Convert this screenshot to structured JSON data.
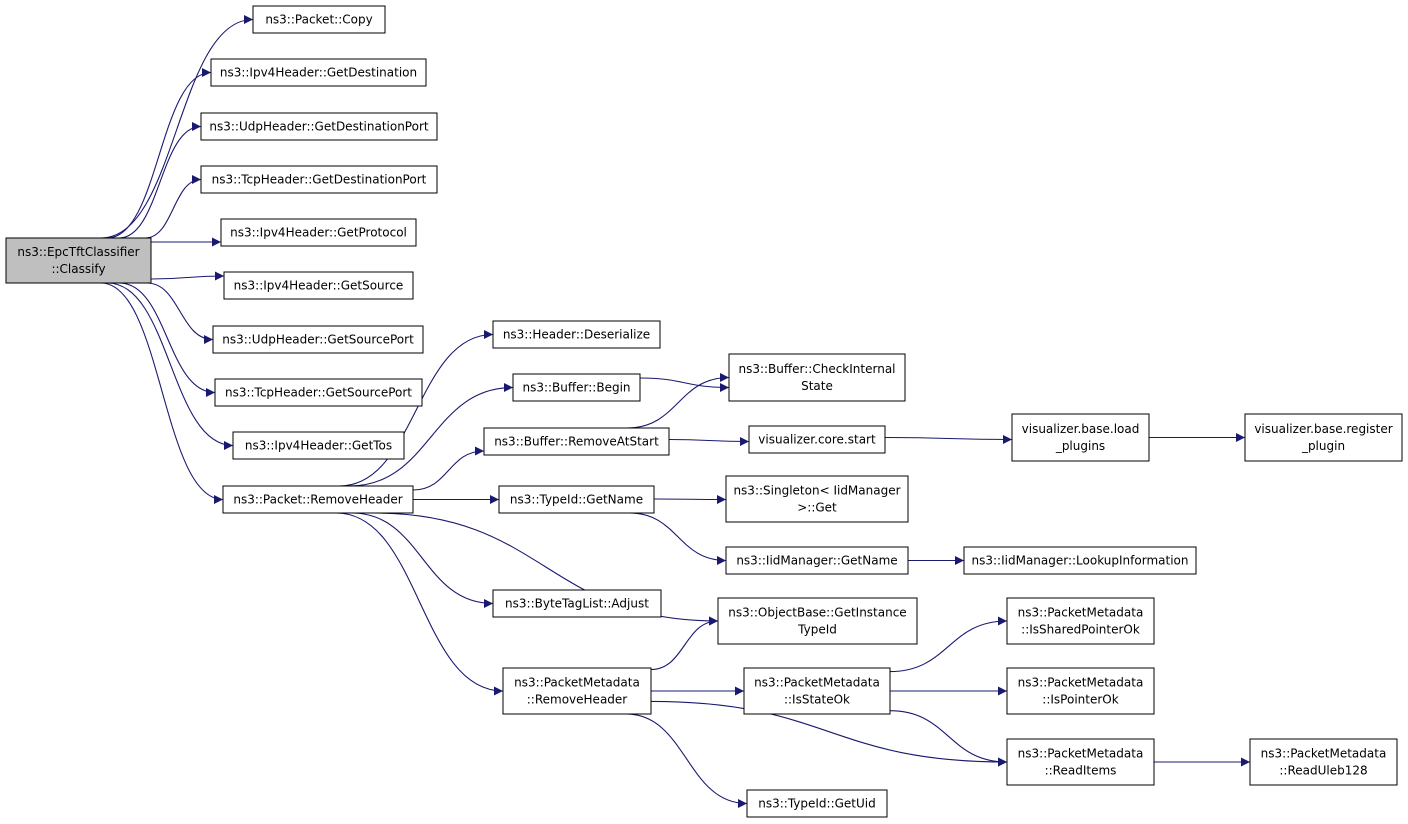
{
  "graph": {
    "edge_color": "#191970",
    "root_fill": "#bfbfbf",
    "nodes": {
      "classify": {
        "lines": [
          "ns3::EpcTftClassifier",
          "::Classify"
        ]
      },
      "copy": {
        "lines": [
          "ns3::Packet::Copy"
        ]
      },
      "getdest": {
        "lines": [
          "ns3::Ipv4Header::GetDestination"
        ]
      },
      "udpdestport": {
        "lines": [
          "ns3::UdpHeader::GetDestinationPort"
        ]
      },
      "tcpdestport": {
        "lines": [
          "ns3::TcpHeader::GetDestinationPort"
        ]
      },
      "getproto": {
        "lines": [
          "ns3::Ipv4Header::GetProtocol"
        ]
      },
      "getsrc": {
        "lines": [
          "ns3::Ipv4Header::GetSource"
        ]
      },
      "udpsrcport": {
        "lines": [
          "ns3::UdpHeader::GetSourcePort"
        ]
      },
      "tcpsrcport": {
        "lines": [
          "ns3::TcpHeader::GetSourcePort"
        ]
      },
      "gettos": {
        "lines": [
          "ns3::Ipv4Header::GetTos"
        ]
      },
      "removeheader": {
        "lines": [
          "ns3::Packet::RemoveHeader"
        ]
      },
      "deserialize": {
        "lines": [
          "ns3::Header::Deserialize"
        ]
      },
      "begin": {
        "lines": [
          "ns3::Buffer::Begin"
        ]
      },
      "removeatstart": {
        "lines": [
          "ns3::Buffer::RemoveAtStart"
        ]
      },
      "typeidname": {
        "lines": [
          "ns3::TypeId::GetName"
        ]
      },
      "adjust": {
        "lines": [
          "ns3::ByteTagList::Adjust"
        ]
      },
      "pmremoveheader": {
        "lines": [
          "ns3::PacketMetadata",
          "::RemoveHeader"
        ]
      },
      "checkinternal": {
        "lines": [
          "ns3::Buffer::CheckInternal",
          "State"
        ]
      },
      "corestart": {
        "lines": [
          "visualizer.core.start"
        ]
      },
      "singletonget": {
        "lines": [
          "ns3::Singleton< IidManager",
          ">::Get"
        ]
      },
      "iidgetname": {
        "lines": [
          "ns3::IidManager::GetName"
        ]
      },
      "getinstancetypeid": {
        "lines": [
          "ns3::ObjectBase::GetInstance",
          "TypeId"
        ]
      },
      "isstateok": {
        "lines": [
          "ns3::PacketMetadata",
          "::IsStateOk"
        ]
      },
      "getuid": {
        "lines": [
          "ns3::TypeId::GetUid"
        ]
      },
      "loadplugins": {
        "lines": [
          "visualizer.base.load",
          "_plugins"
        ]
      },
      "lookupinfo": {
        "lines": [
          "ns3::IidManager::LookupInformation"
        ]
      },
      "issharedptrok": {
        "lines": [
          "ns3::PacketMetadata",
          "::IsSharedPointerOk"
        ]
      },
      "ispointerok": {
        "lines": [
          "ns3::PacketMetadata",
          "::IsPointerOk"
        ]
      },
      "readitems": {
        "lines": [
          "ns3::PacketMetadata",
          "::ReadItems"
        ]
      },
      "registerplugin": {
        "lines": [
          "visualizer.base.register",
          "_plugin"
        ]
      },
      "readuleb128": {
        "lines": [
          "ns3::PacketMetadata",
          "::ReadUleb128"
        ]
      }
    },
    "edges": [
      [
        "classify",
        "copy"
      ],
      [
        "classify",
        "getdest"
      ],
      [
        "classify",
        "udpdestport"
      ],
      [
        "classify",
        "tcpdestport"
      ],
      [
        "classify",
        "getproto"
      ],
      [
        "classify",
        "getsrc"
      ],
      [
        "classify",
        "udpsrcport"
      ],
      [
        "classify",
        "tcpsrcport"
      ],
      [
        "classify",
        "gettos"
      ],
      [
        "classify",
        "removeheader"
      ],
      [
        "removeheader",
        "deserialize"
      ],
      [
        "removeheader",
        "begin"
      ],
      [
        "removeheader",
        "removeatstart"
      ],
      [
        "removeheader",
        "typeidname"
      ],
      [
        "removeheader",
        "adjust"
      ],
      [
        "removeheader",
        "getinstancetypeid"
      ],
      [
        "removeheader",
        "pmremoveheader"
      ],
      [
        "begin",
        "checkinternal"
      ],
      [
        "removeatstart",
        "checkinternal"
      ],
      [
        "removeatstart",
        "corestart"
      ],
      [
        "corestart",
        "loadplugins"
      ],
      [
        "loadplugins",
        "registerplugin"
      ],
      [
        "typeidname",
        "singletonget"
      ],
      [
        "typeidname",
        "iidgetname"
      ],
      [
        "iidgetname",
        "lookupinfo"
      ],
      [
        "pmremoveheader",
        "getinstancetypeid"
      ],
      [
        "pmremoveheader",
        "isstateok"
      ],
      [
        "pmremoveheader",
        "readitems"
      ],
      [
        "pmremoveheader",
        "getuid"
      ],
      [
        "isstateok",
        "issharedptrok"
      ],
      [
        "isstateok",
        "ispointerok"
      ],
      [
        "isstateok",
        "readitems"
      ],
      [
        "readitems",
        "readuleb128"
      ]
    ]
  }
}
